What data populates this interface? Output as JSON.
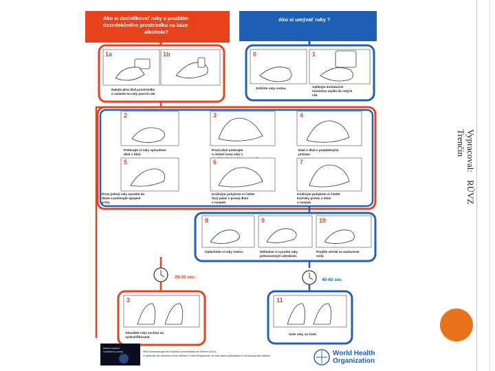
{
  "side_label": {
    "line1": "Vypracoval:",
    "line1_right": "RÚVZ",
    "line2": "Trenčín"
  },
  "poster": {
    "header_left": [
      "Ako si dezinfikovať ruky s použitím",
      "dezinfekčného prostriedku na báze",
      "alkoholu?"
    ],
    "header_right": "Ako si umývať ruky ?",
    "steps": [
      {
        "num": "1a",
        "caption": [
          "Nalejte plnú dlaň prostriedku",
          "a naneste na celý povrch rúk."
        ]
      },
      {
        "num": "1b",
        "caption": []
      },
      {
        "num": "0",
        "caption": [
          "Zvlhčite ruky vodou."
        ]
      },
      {
        "num": "1",
        "caption": [
          "Aplikujte dostatočné",
          "množstvo mydla do celých",
          "rúk."
        ]
      },
      {
        "num": "2",
        "caption": [
          "Potierajte si ruky spôsobom",
          "dlaň o dlaň."
        ]
      },
      {
        "num": "3",
        "caption": [
          "Pravú dlaň potierajte",
          "o chrbát ľavej ruky s",
          "prepletenými prstami a naopak."
        ]
      },
      {
        "num": "4",
        "caption": [
          "Dlaň o dlaň s prepletenými",
          "prstami."
        ]
      },
      {
        "num": "5",
        "caption": [
          "Prsty jednej ruky zasuňte do",
          "dlane a potierajte spojené",
          "prsty."
        ]
      },
      {
        "num": "6",
        "caption": [
          "Krúživým pohybom si čistite",
          "ľavý palec v pravej dlani",
          "a naopak."
        ]
      },
      {
        "num": "7",
        "caption": [
          "Krúživým pohybom si čistite",
          "končeky prstov v dlani",
          "a naopak."
        ]
      },
      {
        "num": "8",
        "caption": [
          "Opláchnite si ruky vodou."
        ]
      },
      {
        "num": "9",
        "caption": [
          "Dôkladne si vysušte ruky",
          "jednorazovým uterákom."
        ]
      },
      {
        "num": "10",
        "caption": [
          "Použite uterák na zastavenie",
          "vody."
        ]
      },
      {
        "num": "3",
        "caption": [
          "Akonáhle ruky oschnú sú",
          "vydezinfikované."
        ]
      },
      {
        "num": "11",
        "caption": [
          "Vaše ruky sú čisté."
        ]
      }
    ],
    "time_left": "20-30 sec",
    "time_right": "40-60 sec",
    "who_name_line1": "World Health",
    "who_name_line2": "Organization",
    "footer_lines": [
      "WHO acknowledges the Hôpitaux Universitaires de Genève (HUG),",
      "in particular the members of the Infection Control Programme, for their active participation in developing this material."
    ],
    "badge_lines": [
      "PATIENT SAFETY",
      "A WORLD ALLIANCE"
    ]
  },
  "colors": {
    "orange": "#e8411c",
    "blue": "#1f5fb5",
    "accent_dot": "#e8731c"
  }
}
